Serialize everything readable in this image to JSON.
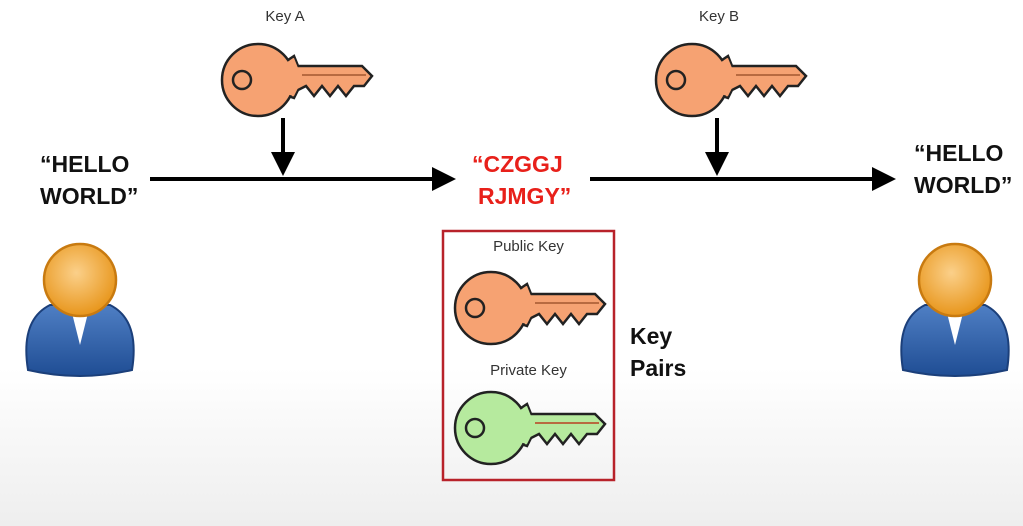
{
  "key_a": {
    "label": "Key A",
    "color": "#f6a272"
  },
  "key_b": {
    "label": "Key B",
    "color": "#f6a272"
  },
  "plaintext_left": {
    "line1": "“HELLO",
    "line2": "WORLD”"
  },
  "ciphertext": {
    "line1": "“CZGGJ",
    "line2": "RJMGY”",
    "color": "#e8201a"
  },
  "plaintext_right": {
    "line1": "“HELLO",
    "line2": "WORLD”"
  },
  "key_pair_box": {
    "public_label": "Public Key",
    "public_color": "#f6a272",
    "private_label": "Private Key",
    "private_color": "#b6ea9e",
    "border_color": "#b8222a"
  },
  "key_pairs_caption": {
    "line1": "Key",
    "line2": "Pairs"
  },
  "icons": [
    "key-icon",
    "user-icon",
    "arrow-icon"
  ]
}
